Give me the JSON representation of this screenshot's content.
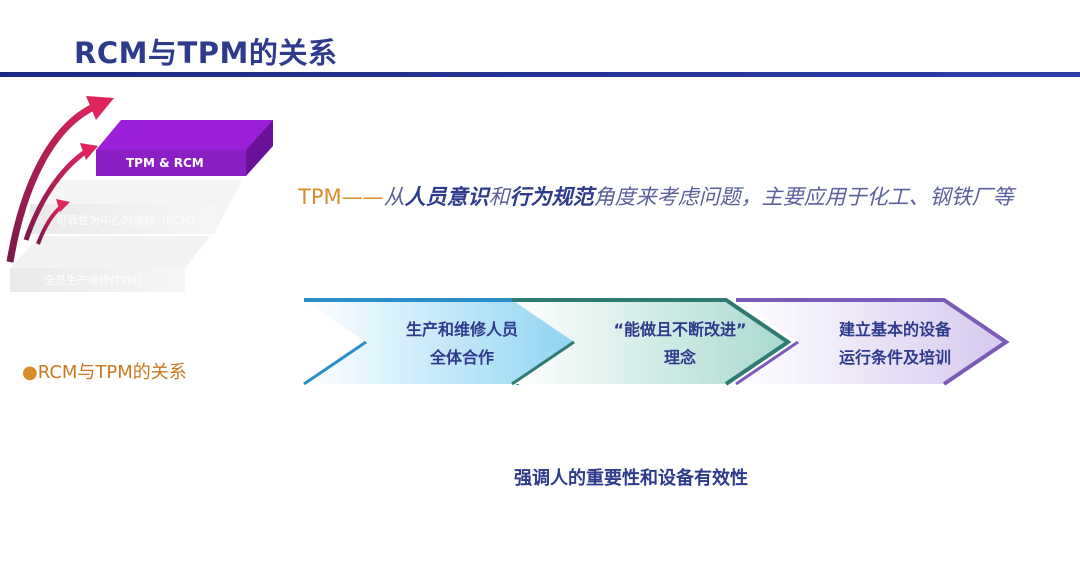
{
  "header": {
    "title": "RCM与TPM的关系"
  },
  "steps": {
    "top": "TPM  & RCM",
    "middle": "可靠性为中心的维修（RCM）",
    "bottom": "全员生产维修(TPM)"
  },
  "tpm_statement": {
    "lead": "TPM——",
    "p1": "从",
    "b1": "人员意识",
    "p2": "和",
    "b2": "行为规范",
    "p3": "角度来考虑问题，主要应用于化工、钢铁厂等"
  },
  "bullet": {
    "marker": "●",
    "text": "RCM与TPM的关系"
  },
  "chevrons": [
    {
      "line1": "生产和维修人员",
      "line2": "全体合作"
    },
    {
      "line1": "“能做且不断改进”",
      "line2": "理念"
    },
    {
      "line1": "建立基本的设备",
      "line2": "运行条件及培训"
    }
  ],
  "emphasis": "强调人的重要性和设备有效性",
  "colors": {
    "title": "#2e3a8c",
    "accent_orange": "#d98c2b",
    "purple_step": "#8b1fc4",
    "arrow": "#c2185b",
    "chevron1": "#6fc3e8",
    "chevron2": "#3e8c86",
    "chevron3": "#8b6bc4"
  }
}
